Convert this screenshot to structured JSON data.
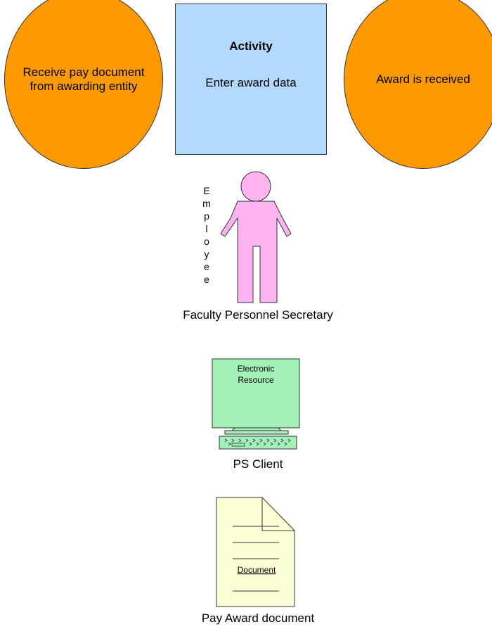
{
  "start_event": {
    "label": "Receive pay document from awarding entity"
  },
  "end_event": {
    "label": "Award is received"
  },
  "activity": {
    "title": "Activity",
    "text": "Enter award data"
  },
  "employee": {
    "vertical_label": "Employee",
    "caption": "Faculty Personnel Secretary"
  },
  "electronic_resource": {
    "screen_text": "Electronic Resource",
    "caption": "PS Client"
  },
  "document": {
    "inner_label": "Document",
    "caption": "Pay Award document"
  },
  "colors": {
    "event_fill": "#ff9900",
    "activity_fill": "#b3d9ff",
    "person_fill": "#ffb3f0",
    "screen_fill": "#a3f0b8",
    "document_fill": "#ffffd6"
  }
}
